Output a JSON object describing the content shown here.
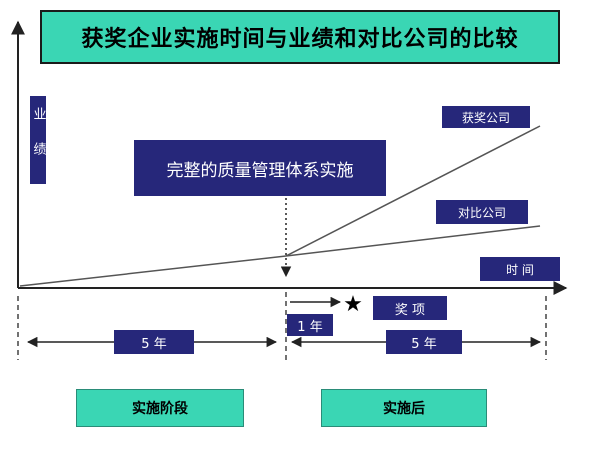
{
  "title": "获奖企业实施时间与业绩和对比公司的比较",
  "y_axis_label": "业绩",
  "x_axis_label": "时 间",
  "implementation_note": "完整的质量管理体系实施",
  "series": {
    "award_winner": "获奖公司",
    "comparison": "对比公司"
  },
  "award_label": "奖 项",
  "award_star": "★",
  "timeline": {
    "before_years": "5 年",
    "award_gap": "1 年",
    "after_years": "5 年"
  },
  "phases": {
    "implementation": "实施阶段",
    "post_implementation": "实施后"
  },
  "colors": {
    "title_bg": "#3ad6b4",
    "label_bg": "#26277a",
    "line": "#555555"
  }
}
